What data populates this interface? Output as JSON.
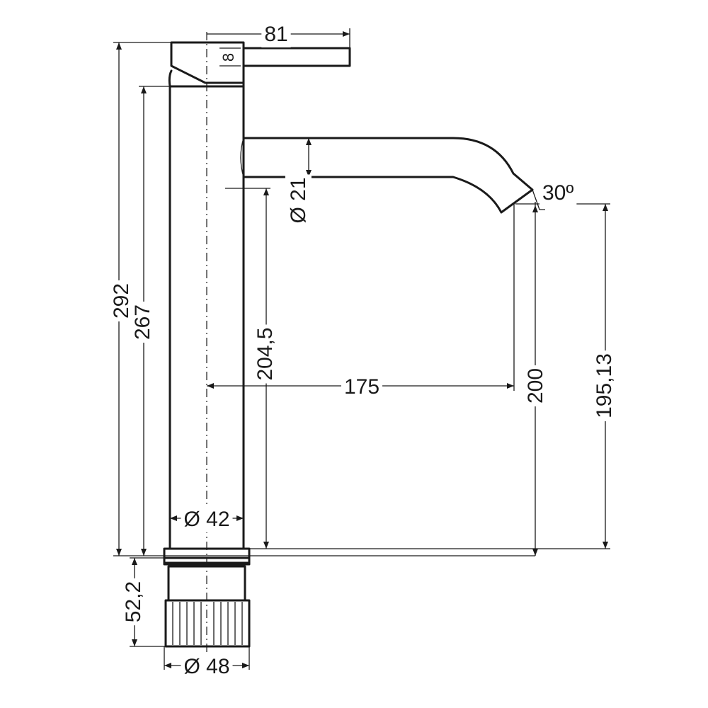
{
  "dimensions": {
    "handle_length": "81",
    "handle_thickness": "8",
    "total_height": "292",
    "body_height": "267",
    "spout_height": "204,5",
    "spout_reach": "175",
    "outlet_height": "200",
    "outlet_height_alt": "195,13",
    "spout_diameter": "Ø 21",
    "body_diameter": "Ø 42",
    "shank_length": "52,2",
    "base_diameter": "Ø 48",
    "outlet_angle": "30º"
  }
}
